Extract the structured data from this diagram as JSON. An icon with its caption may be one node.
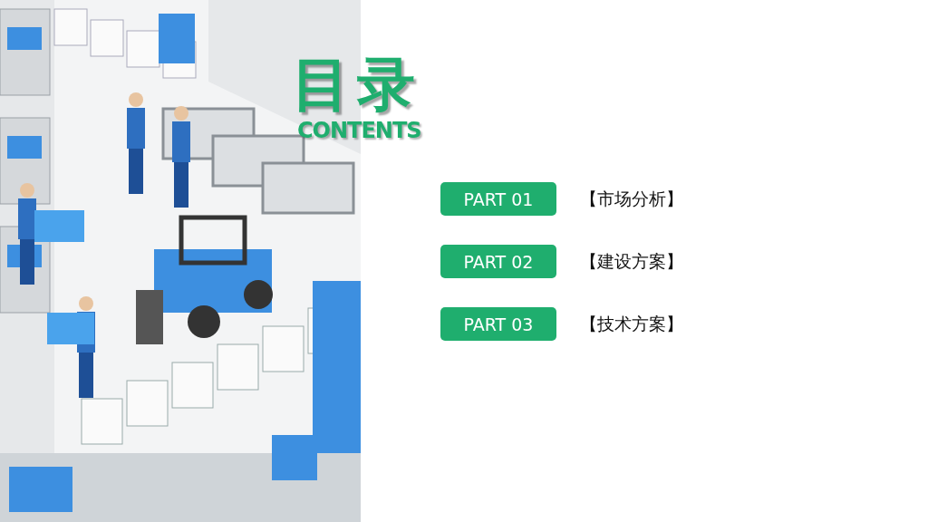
{
  "diagram": {
    "title": "目录",
    "nodes": [
      {
        "text": [
          "PART 01"
        ],
        "beside": [
          "【市场分析】"
        ]
      },
      {
        "text": [
          "PART 02"
        ],
        "beside": [
          "【建设方案】"
        ]
      },
      {
        "text": [
          "PART 03"
        ],
        "beside": [
          "【技术方案】"
        ]
      }
    ],
    "labels": [
      "CONTENTS"
    ]
  }
}
